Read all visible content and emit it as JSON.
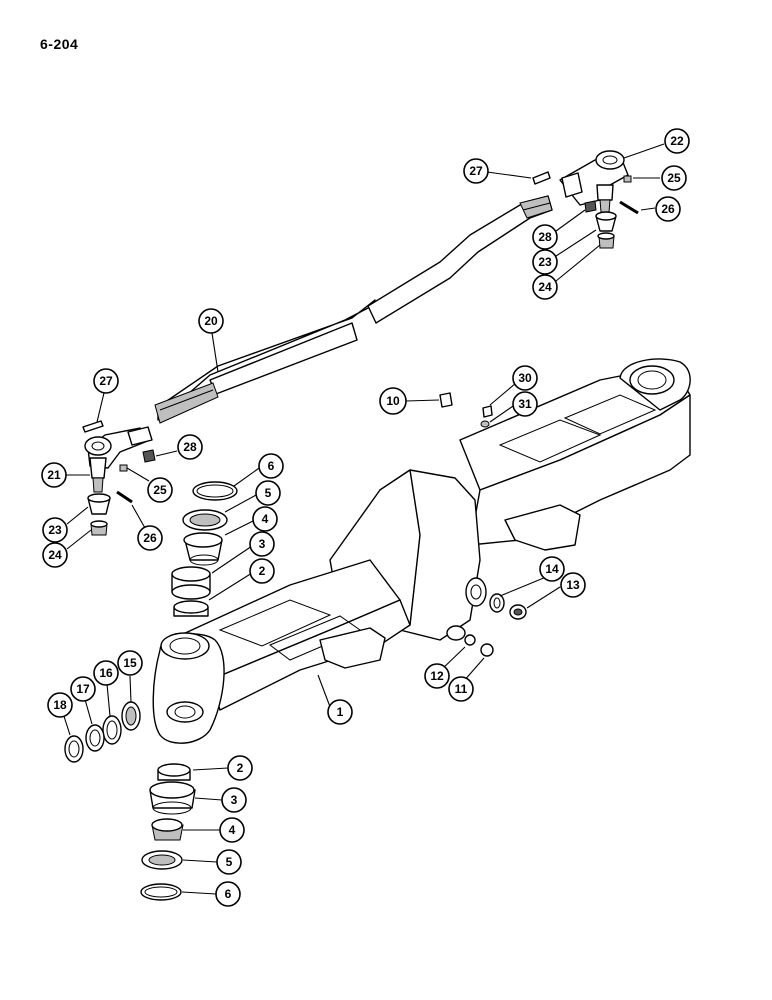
{
  "page_number": "6-204",
  "callouts": {
    "c1": "1",
    "c2a": "2",
    "c2b": "2",
    "c3a": "3",
    "c3b": "3",
    "c4a": "4",
    "c4b": "4",
    "c5a": "5",
    "c5b": "5",
    "c6a": "6",
    "c6b": "6",
    "c10": "10",
    "c11": "11",
    "c12": "12",
    "c13": "13",
    "c14": "14",
    "c15": "15",
    "c16": "16",
    "c17": "17",
    "c18": "18",
    "c20": "20",
    "c21": "21",
    "c22": "22",
    "c23a": "23",
    "c23b": "23",
    "c24a": "24",
    "c24b": "24",
    "c25a": "25",
    "c25b": "25",
    "c26a": "26",
    "c26b": "26",
    "c27a": "27",
    "c27b": "27",
    "c28a": "28",
    "c28b": "28",
    "c30": "30",
    "c31": "31"
  }
}
